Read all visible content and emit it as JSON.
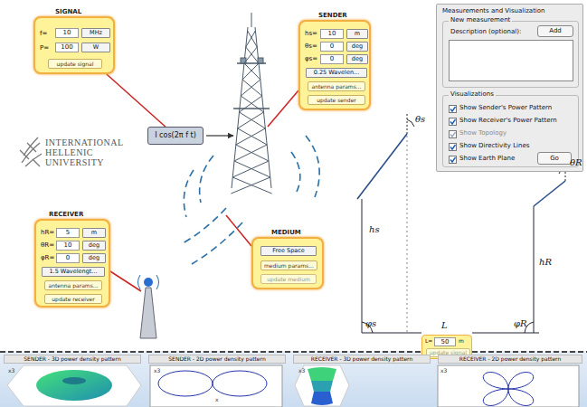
{
  "diagram": {
    "nodes": [
      {
        "text": [
          "SIGNAL",
          "f=",
          "P="
        ]
      },
      {
        "text": [
          "10"
        ],
        "in": 0
      },
      {
        "text": [
          "MHz"
        ],
        "in": 0
      },
      {
        "text": [
          "100"
        ],
        "in": 0
      },
      {
        "text": [
          "W"
        ],
        "in": 0
      },
      {
        "text": [
          "update signal"
        ],
        "in": 0
      },
      {
        "text": [
          "I cos(2π f t)"
        ]
      },
      {
        "text": [
          "SENDER",
          "hs=",
          "θs=",
          "φs="
        ]
      },
      {
        "text": [
          "10"
        ],
        "in": 7
      },
      {
        "text": [
          "m"
        ],
        "in": 7
      },
      {
        "text": [
          "0"
        ],
        "in": 7
      },
      {
        "text": [
          "deg"
        ],
        "in": 7
      },
      {
        "text": [
          "0"
        ],
        "in": 7
      },
      {
        "text": [
          "deg"
        ],
        "in": 7
      },
      {
        "text": [
          "0.25 Wavelen..."
        ],
        "in": 7
      },
      {
        "text": [
          "antenna params..."
        ],
        "in": 7
      },
      {
        "text": [
          "update sender"
        ],
        "in": 7
      },
      {
        "text": [
          "Measurements and Visualization"
        ]
      },
      {
        "text": [
          "New measurement",
          "Description (optional):"
        ],
        "in": 17
      },
      {
        "text": [
          "Add"
        ],
        "in": 18
      },
      {
        "text": [
          "Visualizations",
          "Show Sender's Power Pattern",
          "Show Receiver's Power Pattern",
          "Show Topology",
          "Show Directivity Lines",
          "Show Earth Plane"
        ],
        "in": 17
      },
      {
        "text": [
          "Go"
        ],
        "in": 20
      },
      {
        "text": [
          "RECEIVER",
          "hR=",
          "θR=",
          "φR="
        ]
      },
      {
        "text": [
          "5"
        ],
        "in": 22
      },
      {
        "text": [
          "m"
        ],
        "in": 22
      },
      {
        "text": [
          "10"
        ],
        "in": 22
      },
      {
        "text": [
          "deg"
        ],
        "in": 22
      },
      {
        "text": [
          "0"
        ],
        "in": 22
      },
      {
        "text": [
          "deg"
        ],
        "in": 22
      },
      {
        "text": [
          "1.5 Wavelengt..."
        ],
        "in": 22
      },
      {
        "text": [
          "antenna params..."
        ],
        "in": 22
      },
      {
        "text": [
          "update receiver"
        ],
        "in": 22
      },
      {
        "text": [
          "MEDIUM"
        ]
      },
      {
        "text": [
          "Free Space"
        ],
        "in": 32
      },
      {
        "text": [
          "medium params..."
        ],
        "in": 32
      },
      {
        "text": [
          "update medium"
        ],
        "in": 32
      },
      {
        "text": [
          "L=",
          "m"
        ]
      },
      {
        "text": [
          "50"
        ],
        "in": 36
      },
      {
        "text": [
          "update signal"
        ],
        "in": 36
      },
      {
        "text": [
          "SENDER - 3D power density pattern"
        ]
      },
      {
        "text": [
          "SENDER - 2D power density pattern"
        ]
      },
      {
        "text": [
          "RECEIVER - 3D power density pattern"
        ]
      },
      {
        "text": [
          "RECEIVER - 2D power density pattern"
        ]
      }
    ],
    "edges": [
      {
        "from": 0,
        "to": 6,
        "arrow": "none"
      }
    ],
    "labels": [
      "INTERNATIONAL",
      "HELLENIC",
      "UNIVERSITY",
      "θs",
      "hs",
      "φs",
      "L",
      "θR",
      "hR",
      "φR",
      "x3",
      "x3",
      "x",
      "x3",
      "x3"
    ]
  }
}
